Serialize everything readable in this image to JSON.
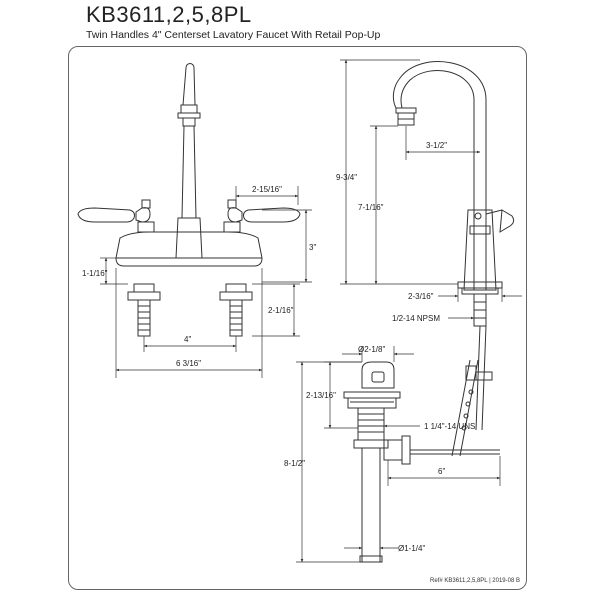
{
  "header": {
    "model": "KB3611,2,5,8PL",
    "description": "Twin Handles 4\" Centerset Lavatory Faucet With Retail Pop-Up",
    "ref": "Ref# KB3611,2,5,8PL | 2019-08 B"
  },
  "dimensions": {
    "front_handle_spread": "2-15/16\"",
    "front_height_3": "3\"",
    "front_base_1_1_16": "1-1/16\"",
    "front_shank_2_1_16": "2-1/16\"",
    "front_center_4": "4\"",
    "front_width": "6 3/16\"",
    "side_total_height": "9-3/4\"",
    "side_spout_height": "7-1/16\"",
    "side_spout_reach": "3-1/2\"",
    "side_base": "2-3/16\"",
    "side_thread": "1/2-14 NPSM",
    "drain_top_dia": "Ø2-1/8\"",
    "drain_flange": "2-13/16\"",
    "drain_thread": "1 1/4\"-14 UNS",
    "drain_total": "8-1/2\"",
    "drain_rod": "6\"",
    "drain_tail_dia": "Ø1-1/4\""
  }
}
